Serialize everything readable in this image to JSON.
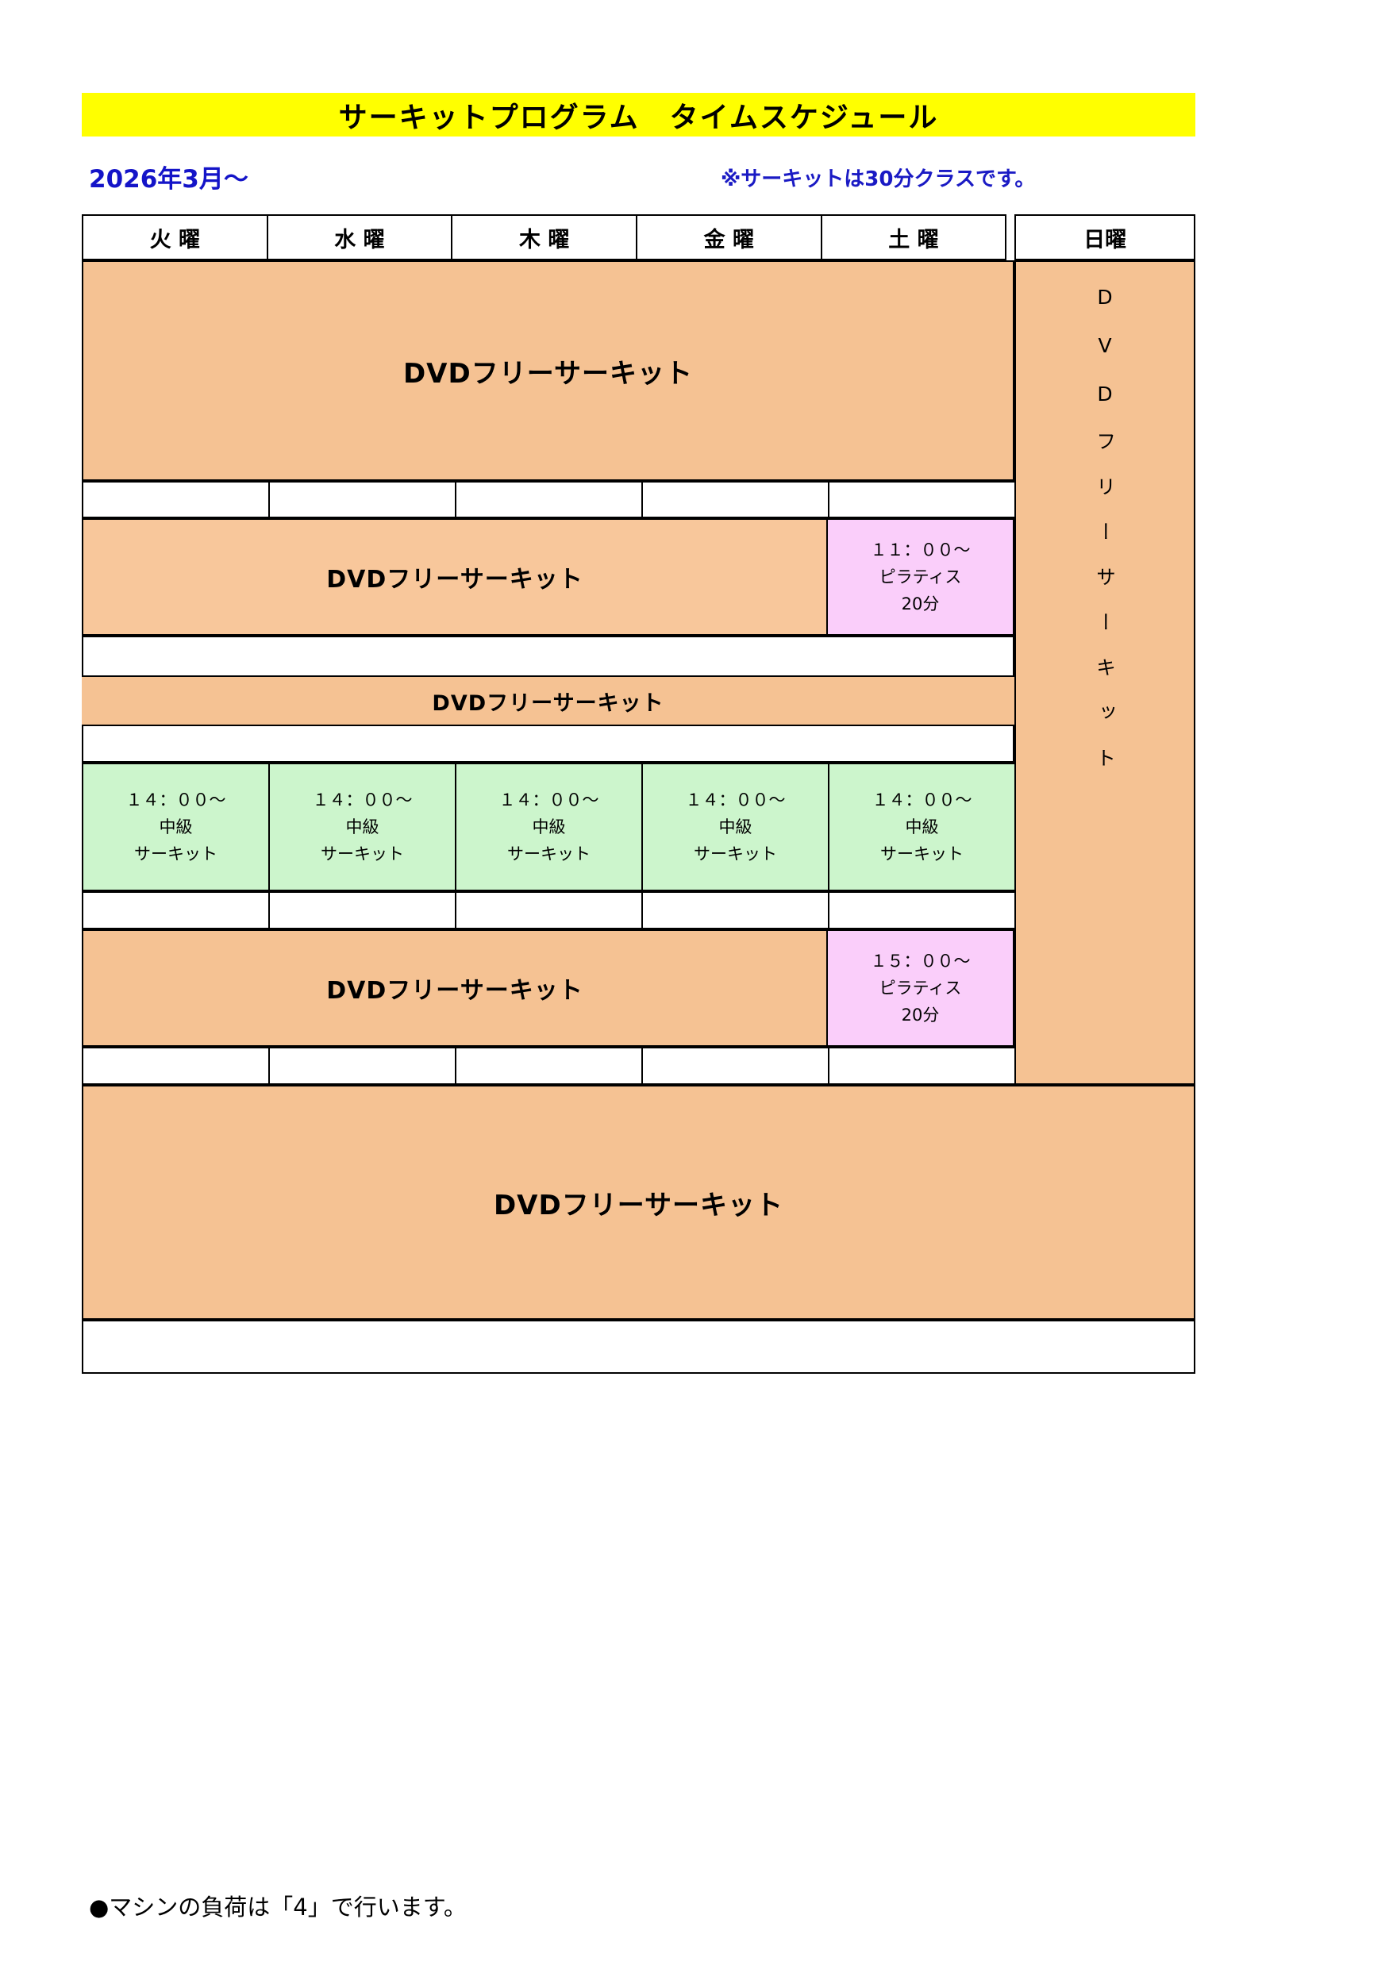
{
  "header": {
    "title": "サーキットプログラム　タイムスケジュール",
    "date_label": "2026年3月～",
    "note": "※サーキットは30分クラスです。",
    "title_bg": "#ffff00",
    "date_color": "#1414c8"
  },
  "table": {
    "day_headers": [
      {
        "label": "火 曜"
      },
      {
        "label": "水 曜"
      },
      {
        "label": "木 曜"
      },
      {
        "label": "金 曜"
      },
      {
        "label": "土 曜"
      },
      {
        "label": "日曜"
      }
    ],
    "labels": {
      "dvd_free_circuit": "DVDフリーサーキット",
      "sunday_vertical": "DVDフリーサーキット",
      "empty": ""
    },
    "pilates_morning": {
      "time": "１１：００～",
      "name": "ピラティス",
      "duration": "20分"
    },
    "pilates_afternoon": {
      "time": "１５：００～",
      "name": "ピラティス",
      "duration": "20分"
    },
    "intermediate": {
      "time": "１４：００～",
      "level": "中級",
      "name": "サーキット"
    },
    "colors": {
      "orange": "#f5c293",
      "orange_lite": "#f8c79b",
      "green": "#ccf5cc",
      "pink": "#facefa",
      "white": "#ffffff",
      "border": "#000000"
    }
  },
  "footer": {
    "note": "●マシンの負荷は「4」で行います。"
  }
}
